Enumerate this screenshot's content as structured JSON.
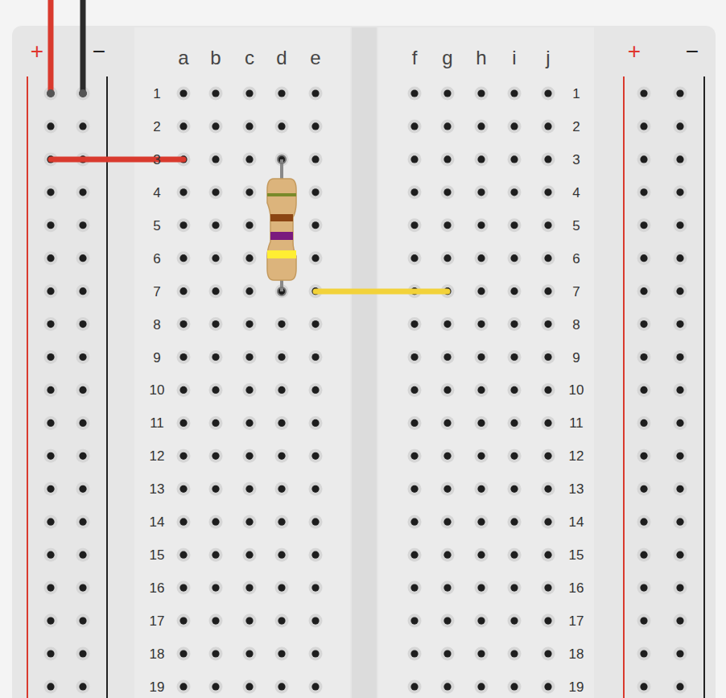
{
  "diagram": {
    "labels": [
      "+",
      "−",
      "a",
      "b",
      "c",
      "d",
      "e",
      "f",
      "g",
      "h",
      "i",
      "j",
      "+",
      "−",
      "1",
      "2",
      "3",
      "4",
      "5",
      "6",
      "7",
      "8",
      "9",
      "10",
      "11",
      "12",
      "13",
      "14",
      "15",
      "16",
      "17",
      "18",
      "19",
      "1",
      "2",
      "3",
      "4",
      "5",
      "6",
      "7",
      "8",
      "9",
      "10",
      "11",
      "12",
      "13",
      "14",
      "15",
      "16",
      "17",
      "18",
      "19"
    ]
  }
}
